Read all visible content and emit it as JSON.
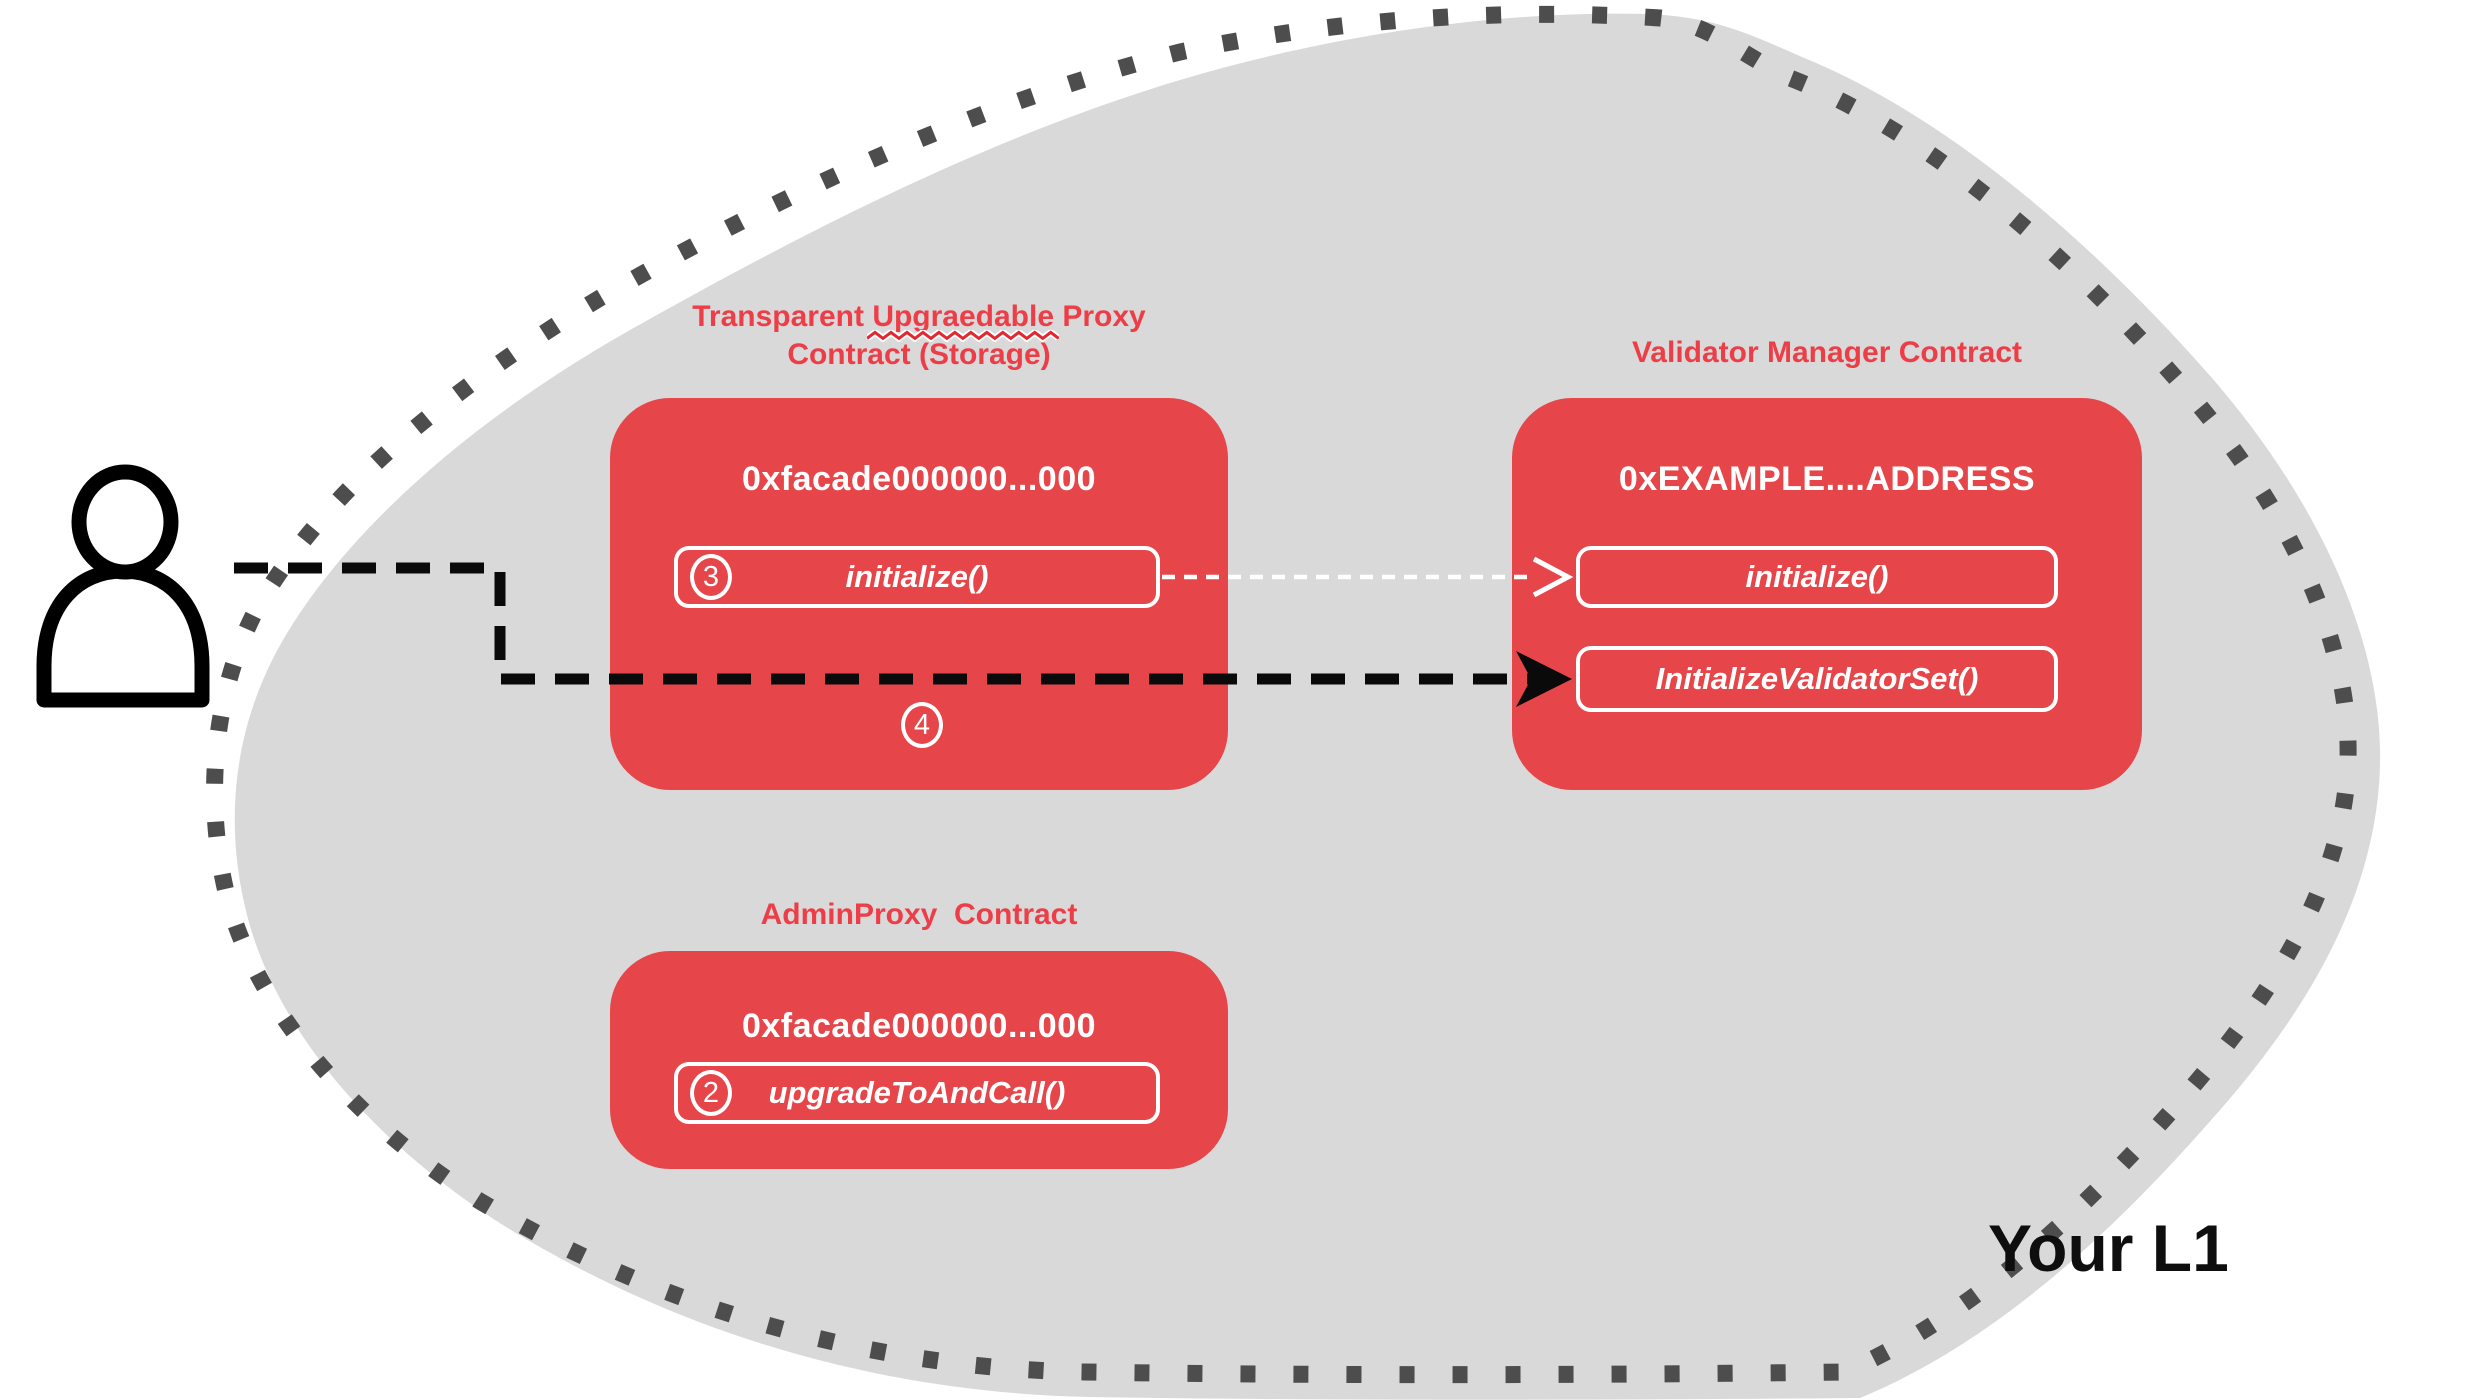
{
  "colors": {
    "box_red": "#e64549",
    "title_red": "#ed3e48",
    "blob_gray": "#d9d9d9",
    "dot_gray": "#4d4d4d",
    "line_black": "#0a0a0a",
    "line_white": "#ffffff"
  },
  "l1_label": "Your L1",
  "transparent_proxy": {
    "title_prefix": "Transparent ",
    "title_misspelled": "Upgraedable",
    "title_suffix": " Proxy",
    "title_line2": "Contract (Storage)",
    "address": "0xfacade000000...000",
    "function_initialize": "initialize()",
    "step_initialize": "3",
    "step_below": "4"
  },
  "validator_manager": {
    "title": "Validator Manager Contract",
    "address": "0xEXAMPLE....ADDRESS",
    "function_initialize": "initialize()",
    "function_initialize_validator_set": "InitializeValidatorSet()"
  },
  "admin_proxy": {
    "title": "AdminProxy  Contract",
    "address": "0xfacade000000...000",
    "function_upgrade": "upgradeToAndCall()",
    "step_upgrade": "2"
  }
}
